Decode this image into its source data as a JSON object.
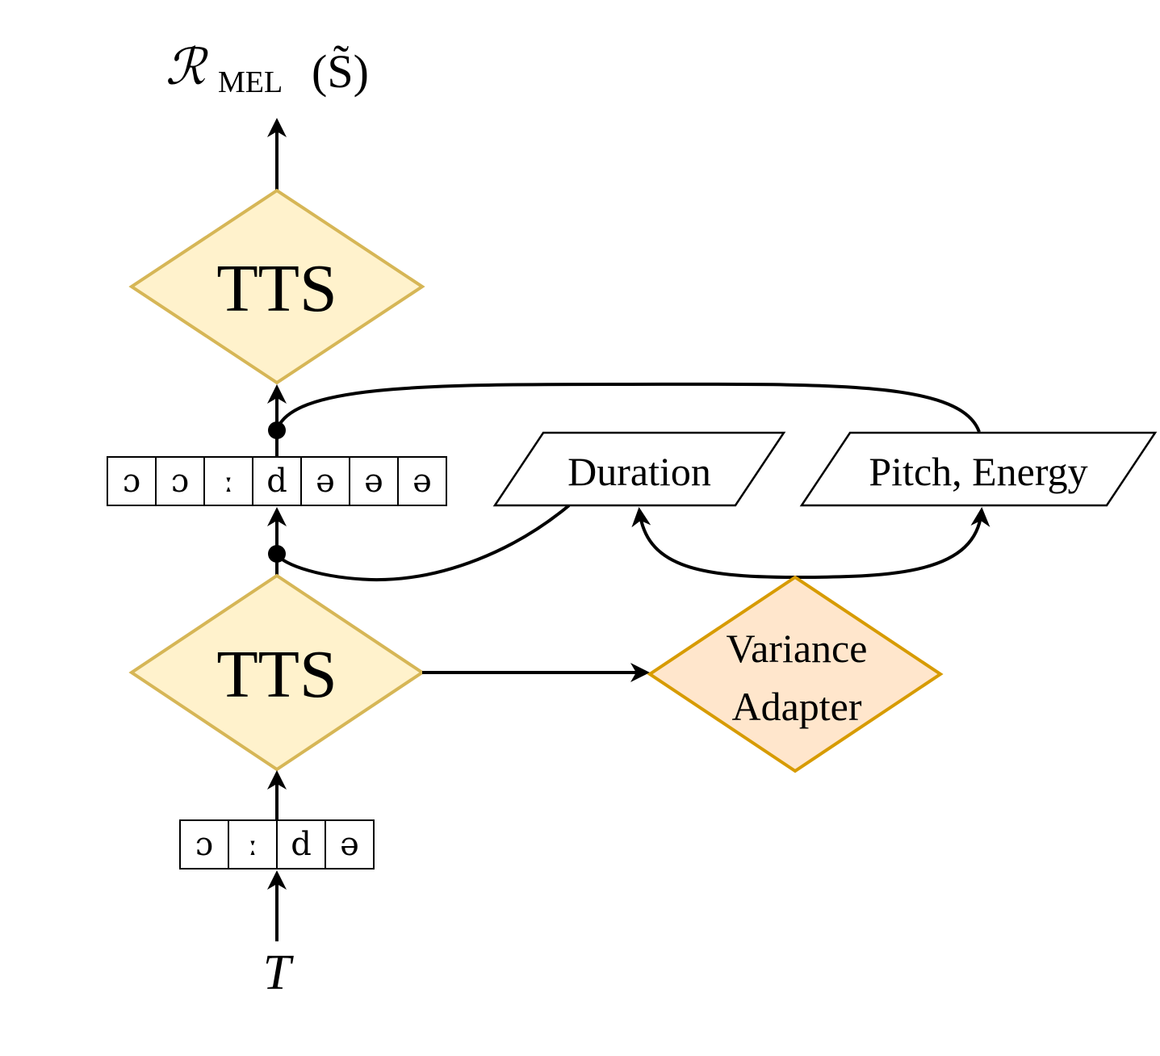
{
  "output_label": {
    "script_r": "ℛ",
    "subscript": "MEL",
    "argument": "(S̃)"
  },
  "input_label": "T",
  "tts_top": {
    "label": "TTS"
  },
  "tts_bottom": {
    "label": "TTS"
  },
  "variance_adapter": {
    "line1": "Variance",
    "line2": "Adapter"
  },
  "duration": {
    "label": "Duration"
  },
  "pitch_energy": {
    "label": "Pitch, Energy"
  },
  "expanded_phonemes": [
    "ɔ",
    "ɔ",
    "ː",
    "d",
    "ə",
    "ə",
    "ə"
  ],
  "input_phonemes": [
    "ɔ",
    "ː",
    "d",
    "ə"
  ],
  "colors": {
    "tts_fill": "#fff2cc",
    "tts_stroke": "#d6b656",
    "adapter_fill": "#ffe6cc",
    "adapter_stroke": "#d79b00"
  }
}
